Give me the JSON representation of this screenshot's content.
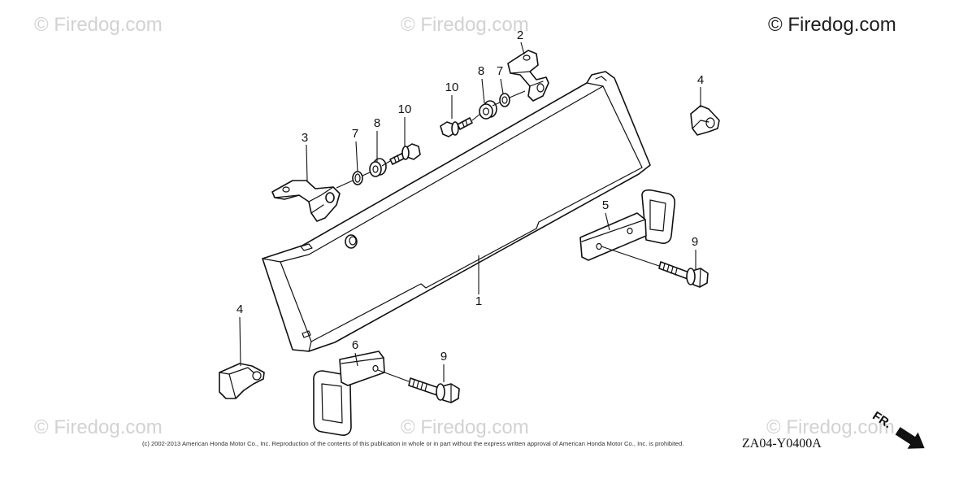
{
  "brand_label": "© Firedog.com",
  "watermarks": [
    "© Firedog.com",
    "© Firedog.com",
    "© Firedog.com",
    "© Firedog.com",
    "© Firedog.com"
  ],
  "callouts": [
    "1",
    "2",
    "3",
    "4",
    "4",
    "5",
    "6",
    "7",
    "7",
    "8",
    "8",
    "9",
    "9",
    "10",
    "10"
  ],
  "copyright": "(c) 2002-2013 American Honda Motor Co., Inc. Reproduction of the contents of this publication in whole or in part without the express written approval of American Honda Motor Co., Inc. is prohibited.",
  "diagram_code": "ZA04-Y0400A",
  "direction": {
    "label": "FR.",
    "icon": "front-direction-arrow-icon"
  },
  "colors": {
    "line": "#111111",
    "watermark": "#d2d2d2",
    "background": "#ffffff"
  }
}
